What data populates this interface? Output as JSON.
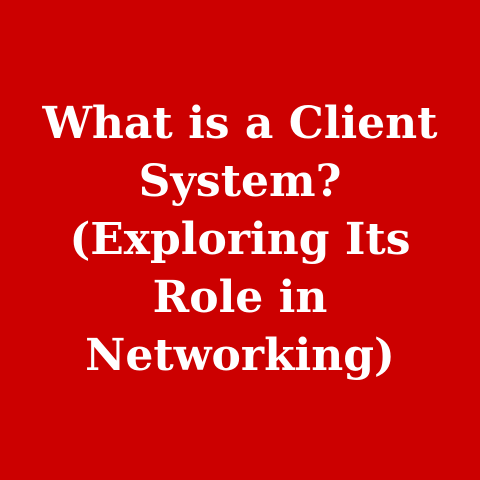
{
  "colors": {
    "background": "#cc0000",
    "text": "#ffffff"
  },
  "title": {
    "lines": [
      "What is a Client",
      "System?",
      "(Exploring Its",
      "Role in",
      "Networking)"
    ]
  }
}
